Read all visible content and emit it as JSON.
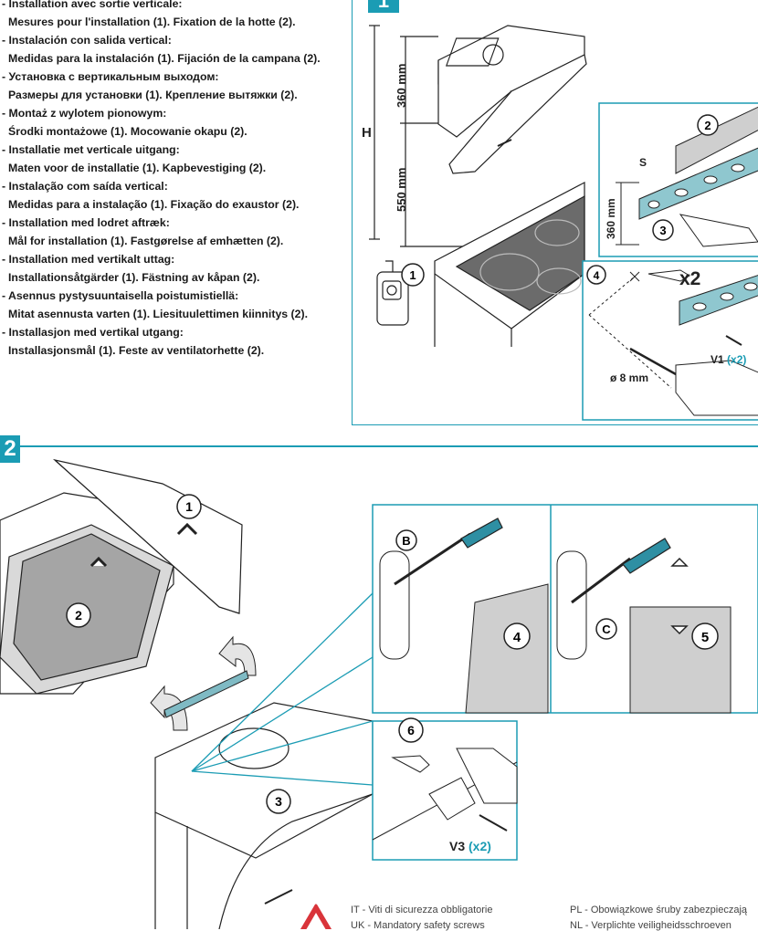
{
  "section1": {
    "badge": "1",
    "lines": [
      "- Installation avec sortie verticale:",
      "Mesures pour l'installation (1). Fixation de la hotte (2).",
      "- Instalación con salida vertical:",
      "Medidas para la instalación (1). Fijación de la campana (2).",
      "- Установка с вертикальным выходом:",
      "Размеры для установки (1). Крепление вытяжки (2).",
      "- Montaż z wylotem pionowym:",
      "Środki montażowe (1). Mocowanie okapu (2).",
      "- Installatie met verticale uitgang:",
      "Maten voor de installatie (1). Kapbevestiging (2).",
      "- Instalação com saída vertical:",
      "Medidas para a instalação (1). Fixação do exaustor (2).",
      "- Installation med lodret aftræk:",
      "Mål for installation (1). Fastgørelse af emhætten (2).",
      "- Installation med vertikalt uttag:",
      "Installationsåtgärder (1). Fästning av kåpan (2).",
      "- Asennus pystysuuntaisella poistumistiellä:",
      "Mitat asennusta varten (1). Liesituulettimen kiinnitys (2).",
      "- Installasjon med vertikal utgang:",
      "Installasjonsmål (1). Feste av ventilatorhette (2)."
    ],
    "labels": {
      "h": "H",
      "dim_top": "360 mm",
      "dim_bottom": "550 mm",
      "dim_side": "360 mm",
      "s": "S",
      "x2": "x2",
      "drill": "ø 8 mm",
      "v1": "V1",
      "v1_qty": "(x2)",
      "n1": "1",
      "n2": "2",
      "n3": "3",
      "n4": "4"
    }
  },
  "section2": {
    "badge": "2",
    "labels": {
      "n1": "1",
      "n2": "2",
      "n3": "3",
      "n4": "4",
      "n5": "5",
      "n6": "6",
      "b": "B",
      "c": "C",
      "v3": "V3",
      "v3_qty": "(x2)"
    }
  },
  "footer": {
    "col1": [
      "IT   - Viti di sicurezza obbligatorie",
      "UK   - Mandatory safety screws"
    ],
    "col2": [
      "PL   - Obowiązkowe śruby zabezpieczają",
      "NL   - Verplichte veiligheidsschroeven"
    ]
  },
  "colors": {
    "accent": "#1b9cb4",
    "bracket": "#8fc7cf",
    "screwdriver": "#2e8fa3",
    "warning": "#d9343a"
  }
}
